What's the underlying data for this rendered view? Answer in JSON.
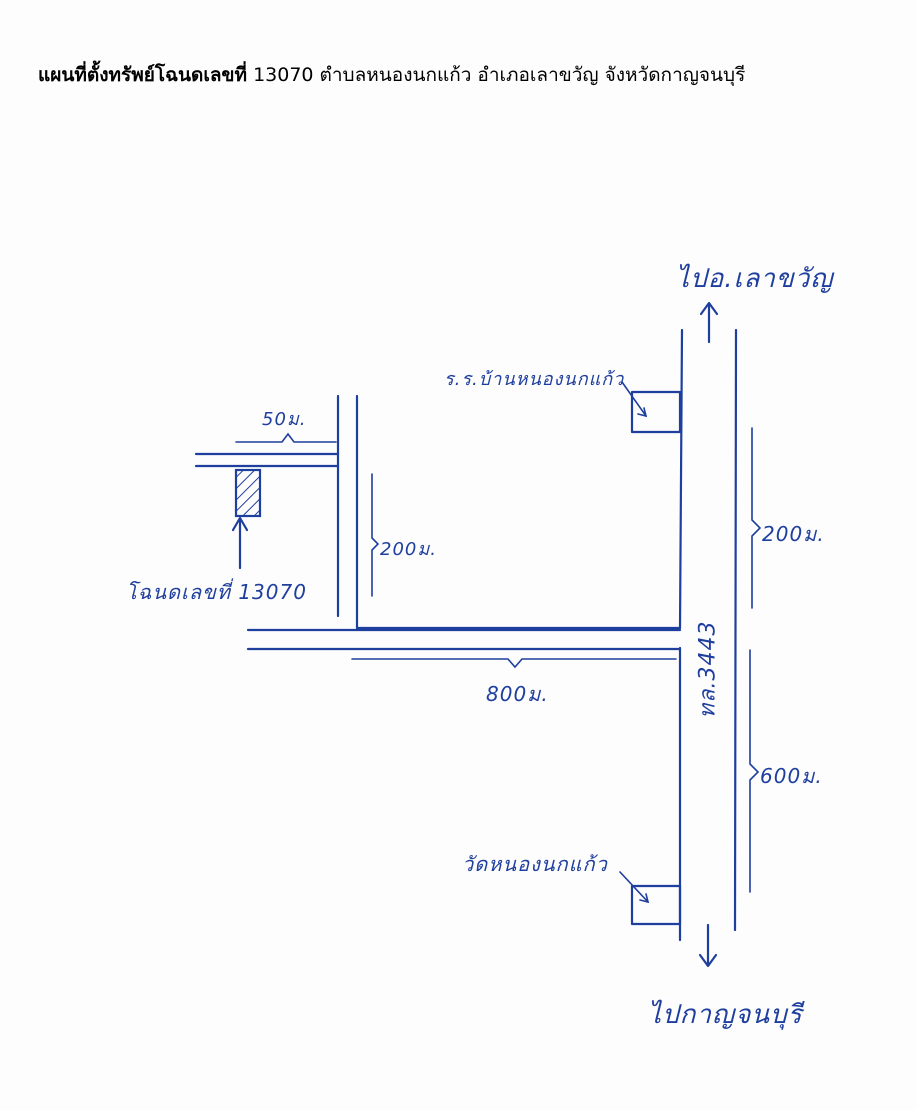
{
  "title": {
    "bold_part": "แผนที่ตั้งทรัพย์โฉนดเลขที่",
    "rest_part": " 13070 ตำบลหนองนกแก้ว อำเภอเลาขวัญ จังหวัดกาญจนบุรี"
  },
  "map": {
    "ink_color": "#1f3f9e",
    "labels": {
      "to_north": "ไปอ.เลาขวัญ",
      "to_south": "ไปกาญจนบุรี",
      "school": "ร.ร.บ้านหนองนกแก้ว",
      "temple": "วัดหนองนกแก้ว",
      "highway": "ทล.3443",
      "deed": "โฉนดเลขที่ 13070",
      "dist_50": "50ม.",
      "dist_200_left": "200ม.",
      "dist_800": "800ม.",
      "dist_200_right": "200ม.",
      "dist_600_right": "600ม."
    }
  }
}
